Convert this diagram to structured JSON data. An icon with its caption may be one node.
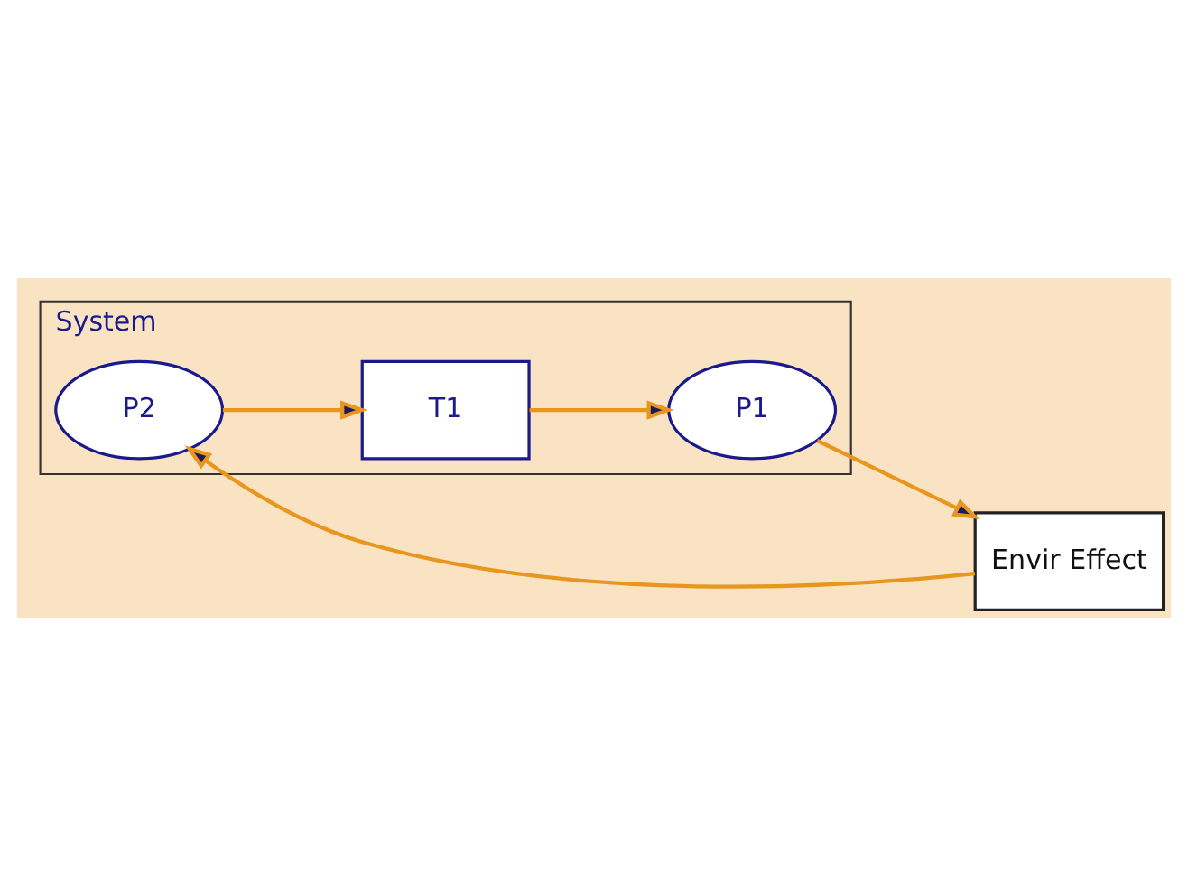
{
  "diagram": {
    "nodes": [
      {
        "text": [
          "System"
        ]
      },
      {
        "text": [
          "P1"
        ],
        "in": 0
      },
      {
        "text": [
          "Envir Effect"
        ]
      },
      {
        "text": [
          "T1"
        ],
        "in": 0
      },
      {
        "text": [
          "P2"
        ],
        "in": 0
      }
    ],
    "edges": [
      {
        "from": 1,
        "to": 2,
        "arrow": "to"
      },
      {
        "from": 2,
        "to": 4,
        "arrow": "to"
      },
      {
        "from": 4,
        "to": 3,
        "arrow": "to"
      },
      {
        "from": 3,
        "to": 1,
        "arrow": "to"
      }
    ]
  }
}
